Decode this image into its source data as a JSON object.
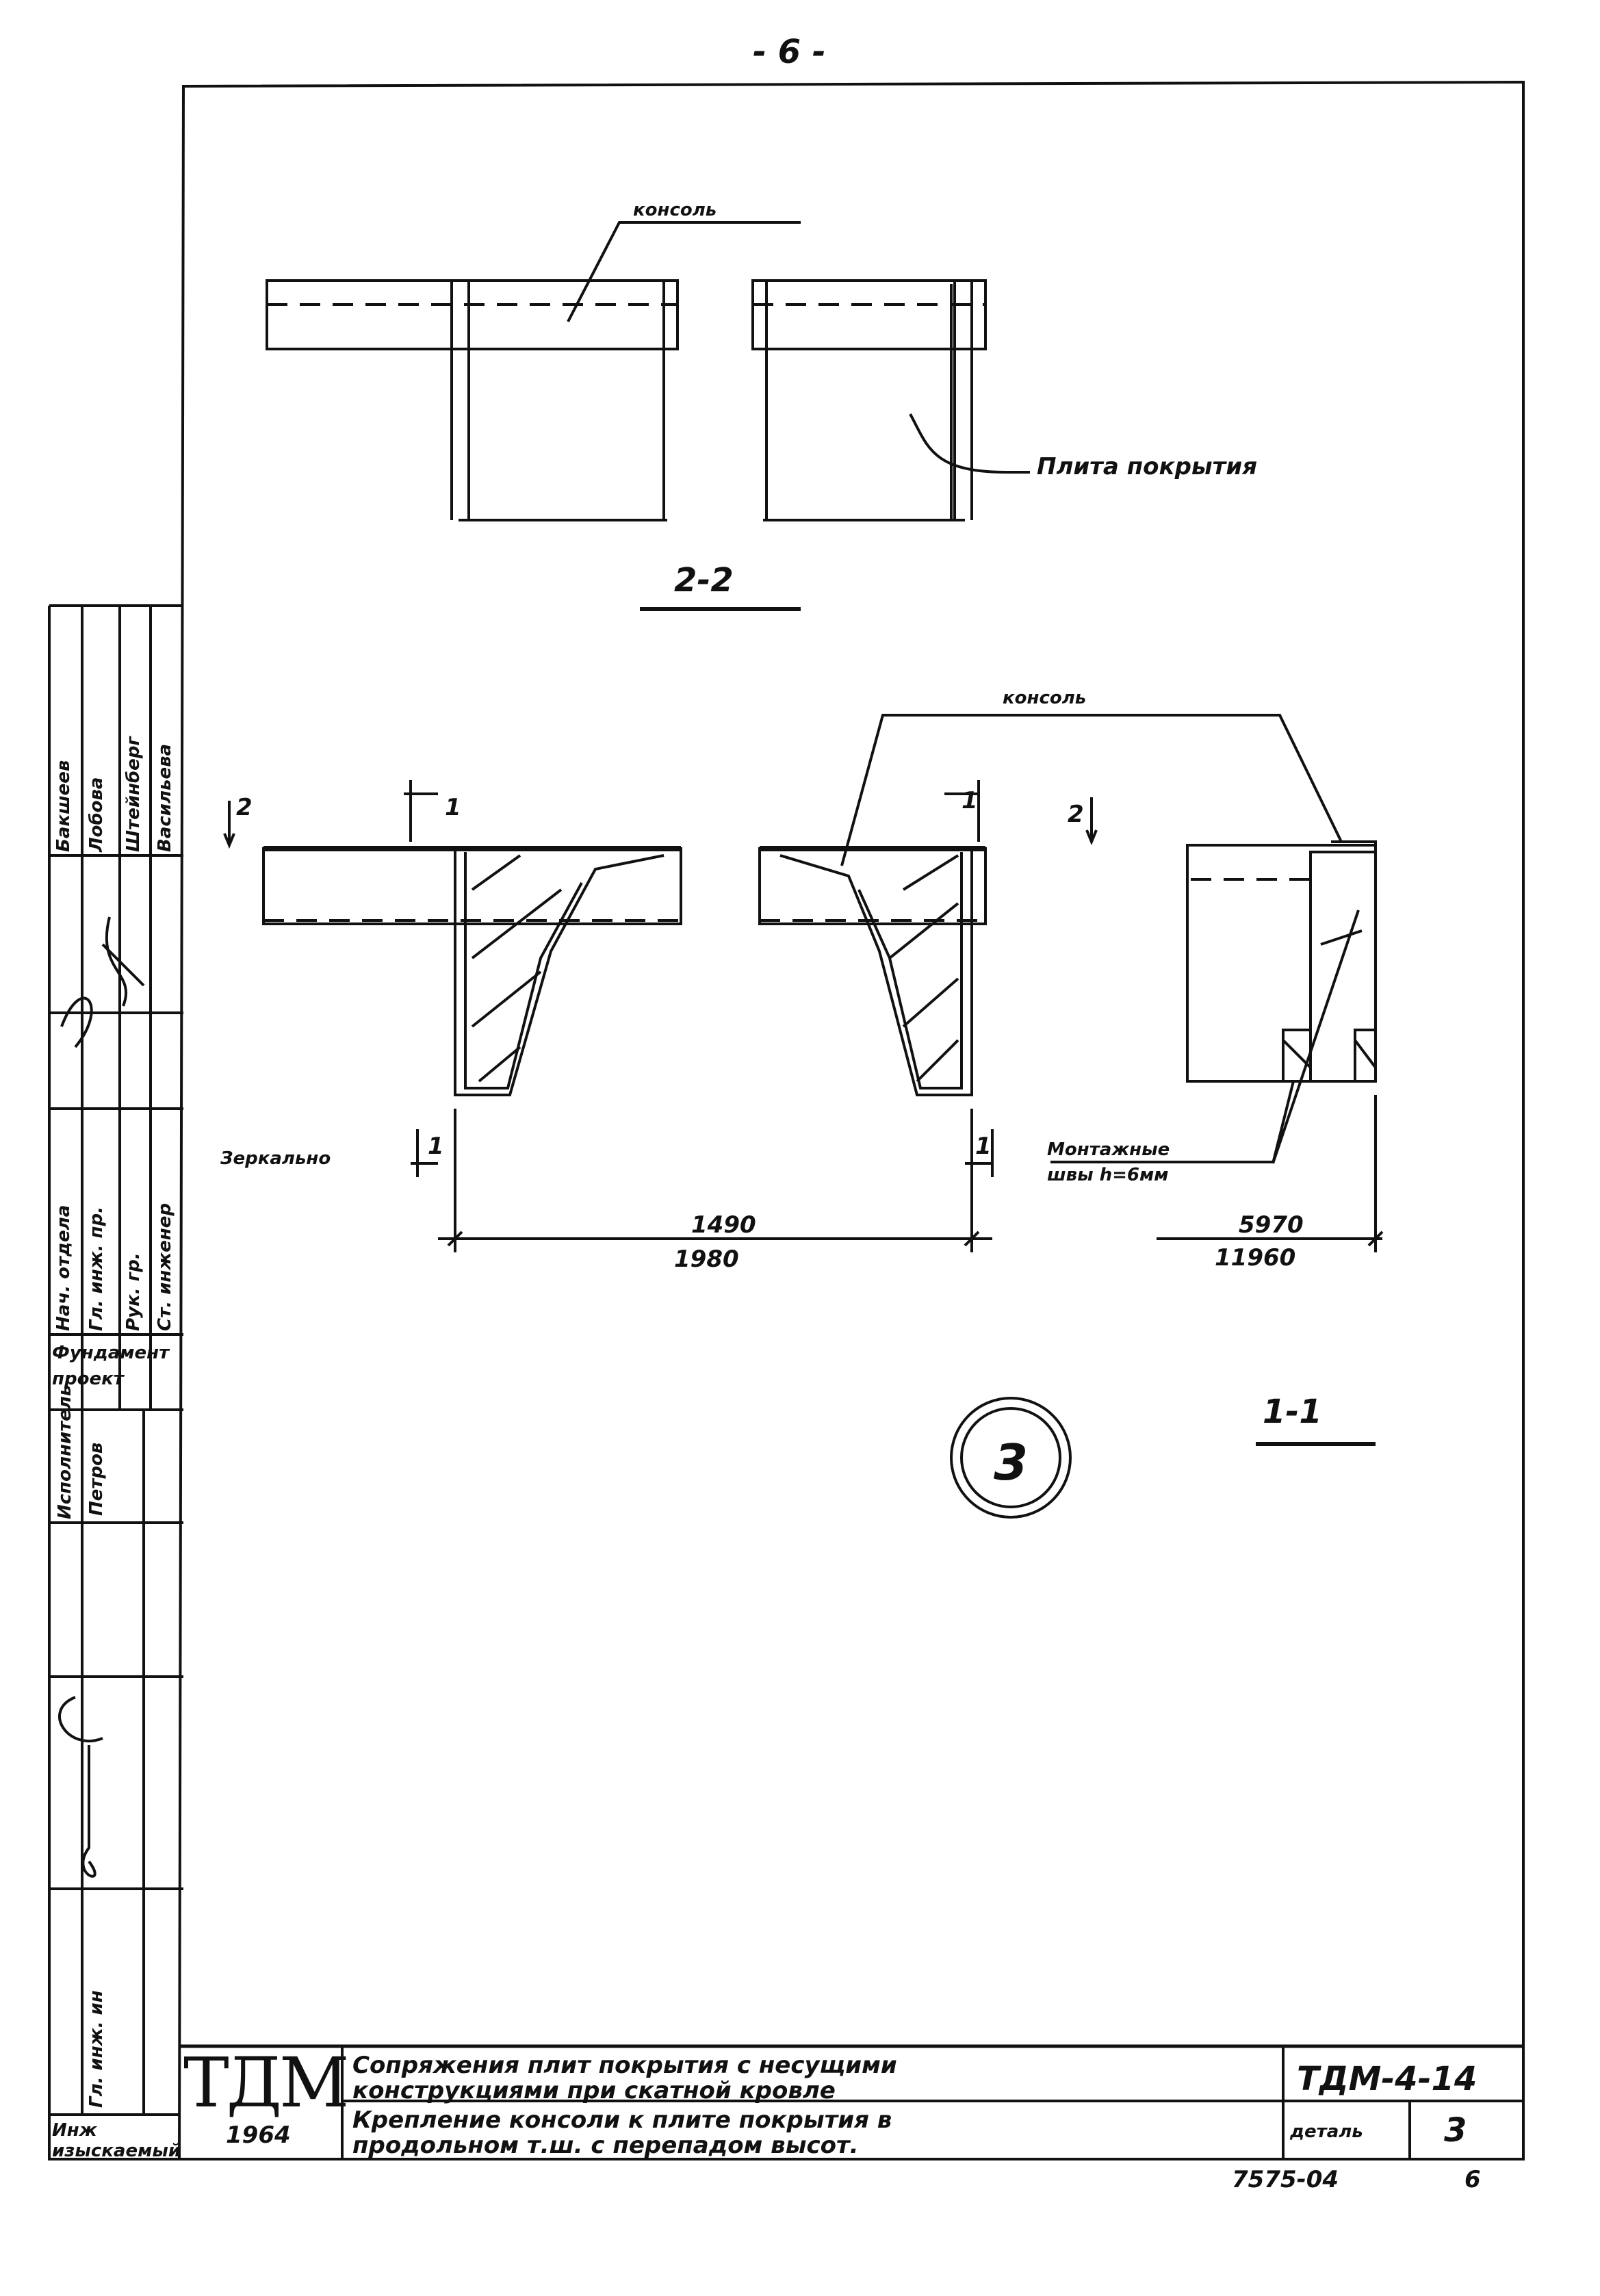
{
  "page_number": "- 6 -",
  "section_2_2": {
    "label": "2-2",
    "console_label": "консоль",
    "plate_label": "Плита покрытия"
  },
  "section_main": {
    "console_label": "консоль",
    "cut_1": "1",
    "cut_2": "2",
    "mirror_label": "Зеркально",
    "welds_label": "Монтажные",
    "welds_sub": "швы h",
    "welds_sub2": "=6мм",
    "dim_top": "1490",
    "dim_bottom": "1980",
    "dim_right_top": "5970",
    "dim_right_bottom": "11960",
    "section_1_1": "1-1",
    "detail_number": "3"
  },
  "sidebar": {
    "names": [
      "Бакшеев",
      "Лобова",
      "Штейнберг",
      "Васильева"
    ],
    "roles": [
      "Нач. отдела",
      "Гл. инж. пр.",
      "Рук. гр.",
      "Ст. инженер"
    ],
    "org": [
      "Фундамент",
      "проект"
    ],
    "approver_role": "Исполнитель",
    "approver_name": "Петров",
    "chief_role": "Гл. инж. ин",
    "inst": [
      "Инж",
      "изыскаемый"
    ]
  },
  "title_block": {
    "brand": "ТДМ",
    "year": "1964",
    "line1": "Сопряжения плит покрытия с несущими",
    "line2": "конструкциями при скатной кровле",
    "line3": "Крепление консоли к плите покрытия в",
    "line4": "продольном т.ш. с перепадом высот.",
    "code": "ТДМ-4-14",
    "detail_label": "деталь",
    "detail_value": "3"
  },
  "footer": {
    "doc_number": "7575-04",
    "sheet": "6"
  }
}
